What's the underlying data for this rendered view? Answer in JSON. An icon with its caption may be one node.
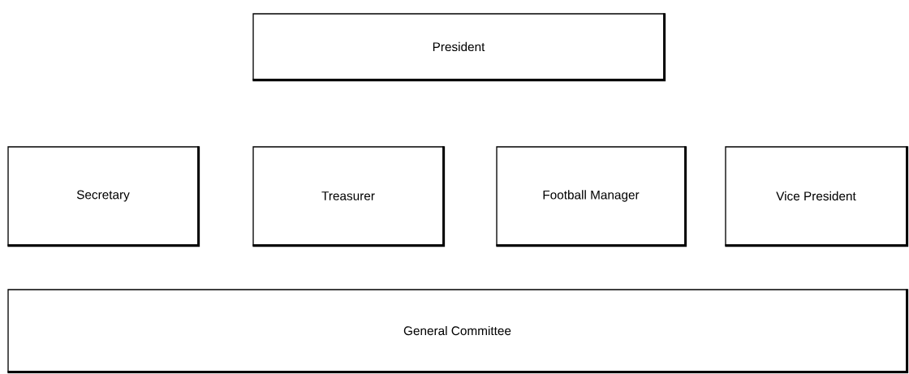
{
  "diagram": {
    "nodes": [
      {
        "text": [
          "President"
        ]
      },
      {
        "text": [
          "Secretary"
        ]
      },
      {
        "text": [
          "Treasurer"
        ]
      },
      {
        "text": [
          "Football Manager"
        ]
      },
      {
        "text": [
          "Vice President"
        ]
      },
      {
        "text": [
          "General Committee"
        ]
      }
    ]
  }
}
